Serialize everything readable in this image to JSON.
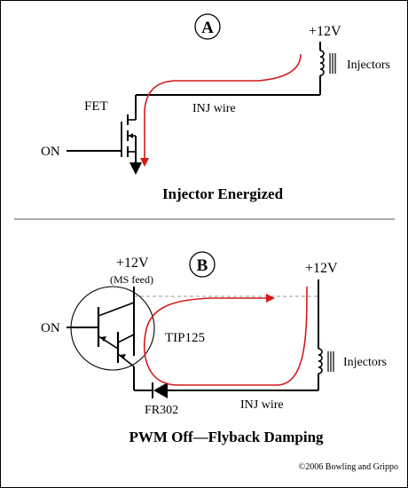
{
  "panel_a": {
    "badge": "A",
    "supply": "+12V",
    "injectors_label": "Injectors",
    "fet_label": "FET",
    "inj_wire_label": "INJ wire",
    "on_label": "ON",
    "caption": "Injector Energized"
  },
  "panel_b": {
    "badge": "B",
    "supply_left": "+12V",
    "ms_feed": "(MS feed)",
    "supply_right": "+12V",
    "on_label": "ON",
    "transistor_label": "TIP125",
    "diode_label": "FR302",
    "inj_wire_label": "INJ wire",
    "injectors_label": "Injectors",
    "caption": "PWM Off—Flyback Damping"
  },
  "copyright": "©2006 Bowling and Grippo",
  "colors": {
    "current_arrow": "#d41a1a",
    "wire": "#000000",
    "divider": "#555555",
    "dashed": "#999999"
  }
}
